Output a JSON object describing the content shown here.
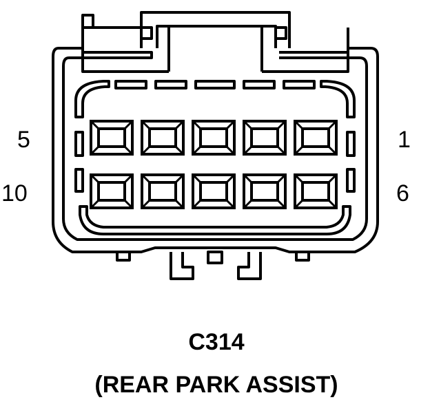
{
  "pin_labels": {
    "top_left": "5",
    "top_right": "1",
    "bottom_left": "10",
    "bottom_right": "6"
  },
  "connector": {
    "id": "C314",
    "description": "(REAR PARK ASSIST)",
    "cavity_rows": 2,
    "cavities_per_row": 5
  }
}
